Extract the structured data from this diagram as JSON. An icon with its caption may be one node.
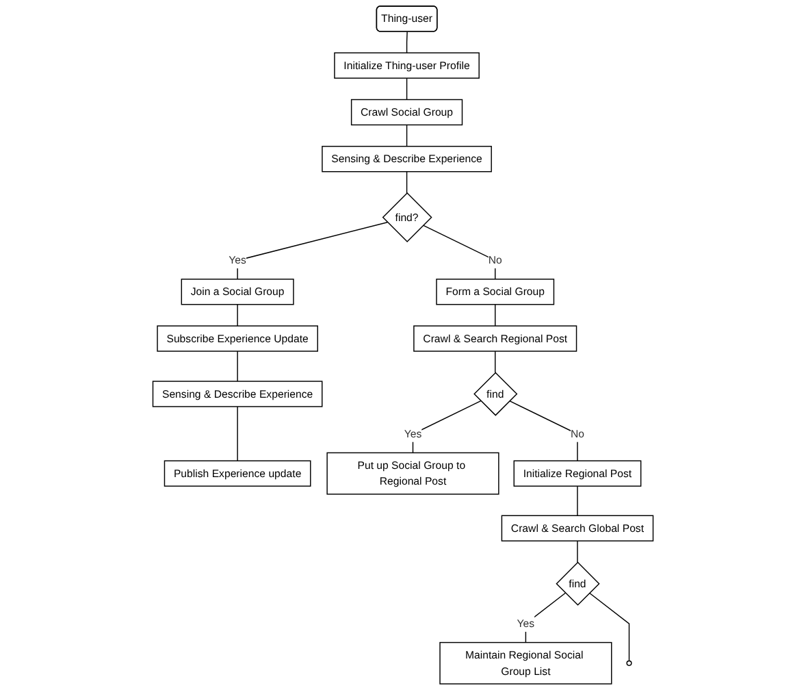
{
  "diagram": {
    "nodes": [
      {
        "text": [
          "Thing-user"
        ]
      },
      {
        "text": [
          "Initialize Thing-user Profile"
        ]
      },
      {
        "text": [
          "Crawl Social Group"
        ]
      },
      {
        "text": [
          "Sensing & Describe Experience"
        ]
      },
      {
        "text": [
          "find?"
        ]
      },
      {
        "text": [
          "Join a Social Group"
        ]
      },
      {
        "text": [
          "Form a Social Group"
        ]
      },
      {
        "text": [
          "Initialize Regional Post"
        ]
      },
      {
        "text": [
          "Subscribe Experience Update"
        ]
      },
      {
        "text": [
          "Crawl & Search Regional Post"
        ]
      },
      {
        "text": [
          "Crawl & Search Global Post"
        ]
      },
      {
        "text": [
          "Sensing & Describe Experience"
        ]
      },
      {
        "text": [
          "find"
        ]
      },
      {
        "text": [
          "find"
        ]
      },
      {
        "text": [],
        "shape": "circle"
      },
      {
        "text": [
          "Publish Experience update"
        ]
      },
      {
        "text": [
          "Put up Social Group to Regional Post"
        ]
      },
      {
        "text": [
          "Maintain Regional Social Group List"
        ]
      }
    ],
    "edges": [
      {
        "from": 0,
        "to": 1,
        "arrow": "none"
      },
      {
        "from": 1,
        "to": 2,
        "arrow": "none"
      },
      {
        "from": 2,
        "to": 3,
        "arrow": "none"
      },
      {
        "from": 3,
        "to": 4,
        "arrow": "none"
      },
      {
        "from": 4,
        "to": 5,
        "label": "Yes",
        "arrow": "none"
      },
      {
        "from": 4,
        "to": 6,
        "label": "No",
        "arrow": "none"
      },
      {
        "from": 5,
        "to": 8,
        "arrow": "none"
      },
      {
        "from": 8,
        "to": 11,
        "arrow": "none"
      },
      {
        "from": 11,
        "to": 15,
        "arrow": "none"
      },
      {
        "from": 6,
        "to": 9,
        "arrow": "none"
      },
      {
        "from": 9,
        "to": 12,
        "arrow": "none"
      },
      {
        "from": 12,
        "to": 16,
        "label": "Yes",
        "arrow": "none"
      },
      {
        "from": 12,
        "to": 7,
        "label": "No",
        "arrow": "none"
      },
      {
        "from": 7,
        "to": 10,
        "arrow": "none"
      },
      {
        "from": 10,
        "to": 13,
        "arrow": "none"
      },
      {
        "from": 13,
        "to": 17,
        "label": "Yes",
        "arrow": "none"
      },
      {
        "from": 13,
        "to": 14,
        "arrow": "none"
      }
    ]
  }
}
